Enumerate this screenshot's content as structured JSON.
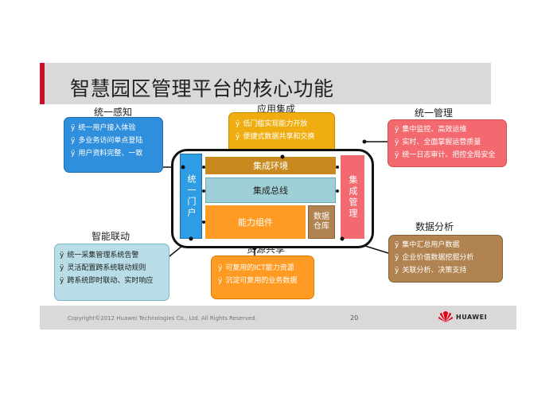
{
  "title": "智慧园区管理平台的核心功能",
  "sections": {
    "unified_perception": {
      "label": "统一感知",
      "items": [
        "统一用户接入体验",
        "多业务访问单点登陆",
        "用户资料完整、一致"
      ]
    },
    "app_integration": {
      "label": "应用集成",
      "items": [
        "低门槛实现能力开放",
        "便捷式数据共享和交换"
      ]
    },
    "unified_management": {
      "label": "统一管理",
      "items": [
        "集中监控、高效运维",
        "实时、全面掌握运营质量",
        "统一日志审计、把控全局安全"
      ]
    },
    "smart_linkage": {
      "label": "智能联动",
      "items": [
        "统一采集管理系统告警",
        "灵活配置跨系统联动规则",
        "跨系统即时联动、实时响应"
      ]
    },
    "resource_sharing": {
      "label": "资源共享",
      "items": [
        "可复用的ICT能力资源",
        "沉淀可复用的业务数据"
      ]
    },
    "data_analysis": {
      "label": "数据分析",
      "items": [
        "集中汇总用户数据",
        "企业价值数据挖掘分析",
        "关联分析、决策支持"
      ]
    }
  },
  "core": {
    "portal": "统一门户",
    "env": "集成环境",
    "bus": "集成总线",
    "ability": "能力组件",
    "warehouse_line1": "数据",
    "warehouse_line2": "仓库",
    "mgmt": "集成管理"
  },
  "bullet_glyph": "ÿ",
  "footer": {
    "copyright": "Copyright©2012 Huawei Technologies Co., Ltd. All Rights Reserved.",
    "page": "20",
    "logo": "HUAWEI"
  },
  "colors": {
    "accent_red": "#c8102e",
    "blue": "#2f8fdc",
    "red": "#f26a70",
    "gold": "#f0ad10",
    "teal": "#b8dde6",
    "orange": "#ff9a22",
    "brown": "#b08350"
  }
}
